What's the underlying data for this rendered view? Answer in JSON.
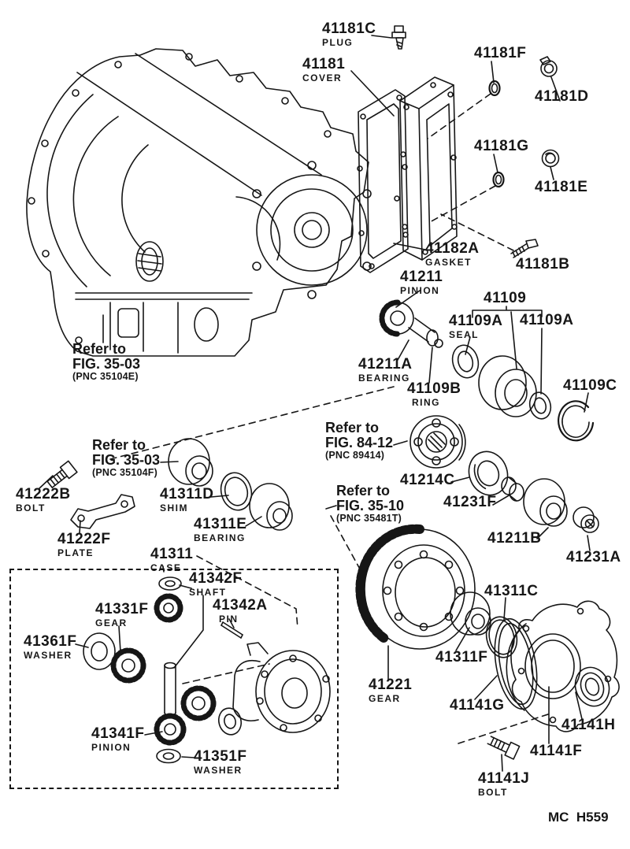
{
  "page": {
    "background": "#ffffff",
    "ink": "#161616"
  },
  "figure_code": "MC  H559",
  "parts": {
    "p41181C": {
      "no": "41181C",
      "name": "PLUG"
    },
    "p41181": {
      "no": "41181",
      "name": "COVER"
    },
    "p41181F": {
      "no": "41181F"
    },
    "p41181D": {
      "no": "41181D"
    },
    "p41181G": {
      "no": "41181G"
    },
    "p41181E": {
      "no": "41181E"
    },
    "p41182A": {
      "no": "41182A",
      "name": "GASKET"
    },
    "p41181B": {
      "no": "41181B"
    },
    "p41211": {
      "no": "41211",
      "name": "PINION"
    },
    "p41109": {
      "no": "41109"
    },
    "p41109A_seal": {
      "no": "41109A",
      "name": "SEAL"
    },
    "p41109A": {
      "no": "41109A"
    },
    "p41211A": {
      "no": "41211A",
      "name": "BEARING"
    },
    "p41109B": {
      "no": "41109B",
      "name": "RING"
    },
    "p41109C": {
      "no": "41109C"
    },
    "p41214C": {
      "no": "41214C"
    },
    "p41231F": {
      "no": "41231F"
    },
    "p41211B": {
      "no": "41211B"
    },
    "p41231A": {
      "no": "41231A"
    },
    "p41222B": {
      "no": "41222B",
      "name": "BOLT"
    },
    "p41222F": {
      "no": "41222F",
      "name": "PLATE"
    },
    "p41311D": {
      "no": "41311D",
      "name": "SHIM"
    },
    "p41311E": {
      "no": "41311E",
      "name": "BEARING"
    },
    "p41311": {
      "no": "41311",
      "name": "CASE"
    },
    "p41342F": {
      "no": "41342F",
      "name": "SHAFT"
    },
    "p41342A": {
      "no": "41342A",
      "name": "PIN"
    },
    "p41331F": {
      "no": "41331F",
      "name": "GEAR"
    },
    "p41361F": {
      "no": "41361F",
      "name": "WASHER"
    },
    "p41341F": {
      "no": "41341F",
      "name": "PINION"
    },
    "p41351F": {
      "no": "41351F",
      "name": "WASHER"
    },
    "p41221": {
      "no": "41221",
      "name": "GEAR"
    },
    "p41311C": {
      "no": "41311C"
    },
    "p41311F": {
      "no": "41311F"
    },
    "p41141G": {
      "no": "41141G"
    },
    "p41141H": {
      "no": "41141H"
    },
    "p41141F": {
      "no": "41141F"
    },
    "p41141J": {
      "no": "41141J",
      "name": "BOLT"
    }
  },
  "refs": {
    "r1": {
      "line1": "Refer to",
      "line2": "FIG. 35-03",
      "pnc": "(PNC 35104E)"
    },
    "r2": {
      "line1": "Refer to",
      "line2": "FIG. 84-12",
      "pnc": "(PNC 89414)"
    },
    "r3": {
      "line1": "Refer to",
      "line2": "FIG. 35-03",
      "pnc": "(PNC 35104F)"
    },
    "r4": {
      "line1": "Refer to",
      "line2": "FIG. 35-10",
      "pnc": "(PNC 35481T)"
    }
  }
}
